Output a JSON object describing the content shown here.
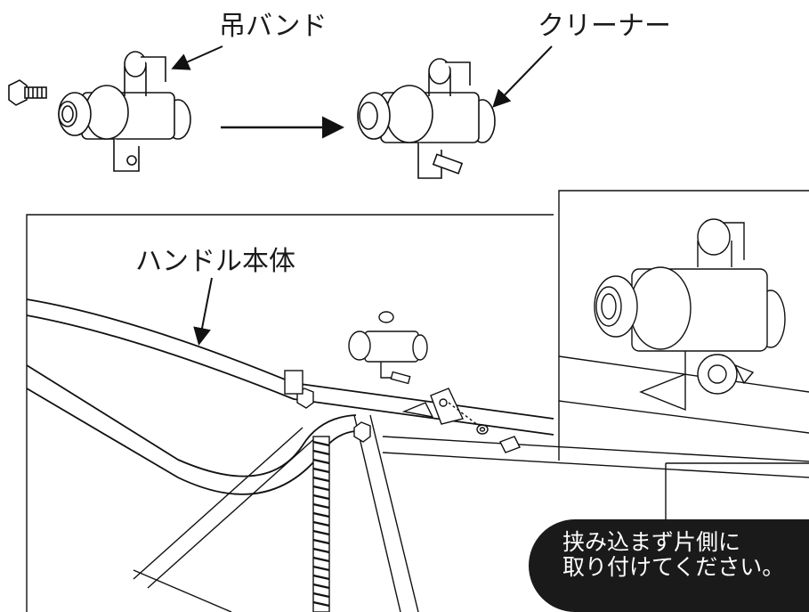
{
  "labels": {
    "hanging_band": "吊バンド",
    "cleaner": "クリーナー",
    "handle_body": "ハンドル本体"
  },
  "note": {
    "line1": "挟み込まず片側に",
    "line2": "取り付けてください。"
  }
}
